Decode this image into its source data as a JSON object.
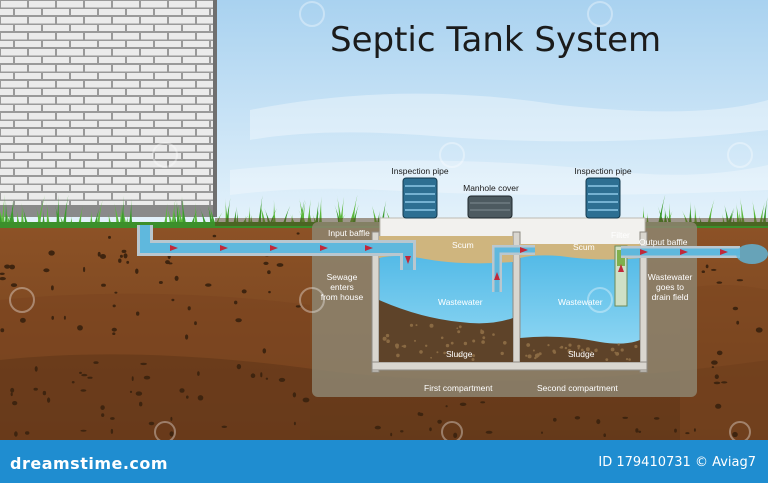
{
  "title": "Septic Tank System",
  "labels": {
    "inspection_pipe_left": "Inspection pipe",
    "inspection_pipe_right": "Inspection pipe",
    "manhole_cover": "Manhole cover",
    "input_baffle": "Input baffle",
    "filter": "Filter",
    "output_baffle": "Output baffle",
    "scum_left": "Scum",
    "scum_right": "Scum",
    "sewage_enters": "Sewage\nenters\nfrom house",
    "wastewater_left": "Wastewater",
    "wastewater_right": "Wastewater",
    "wastewater_drain": "Wastewater\ngoes to\ndrain field",
    "sludge_left": "Sludge",
    "sludge_right": "Sludge",
    "first_compartment": "First compartment",
    "second_compartment": "Second compartment"
  },
  "footer": {
    "brand": "dreamstime.com",
    "credit": "ID 179410731 © Aviag7"
  },
  "colors": {
    "sky": "#cfe6f7",
    "brick": "#e6e6e6",
    "grass": "#3c9b2e",
    "soil": "#8a4f23",
    "water": "#5bc3ec",
    "sludge": "#5e4329",
    "footer": "#1f8dd0",
    "arrow": "#c0283a"
  },
  "icons": [
    "brick-wall-icon",
    "grass-icon",
    "flow-arrow-icon",
    "watermark-icon"
  ]
}
